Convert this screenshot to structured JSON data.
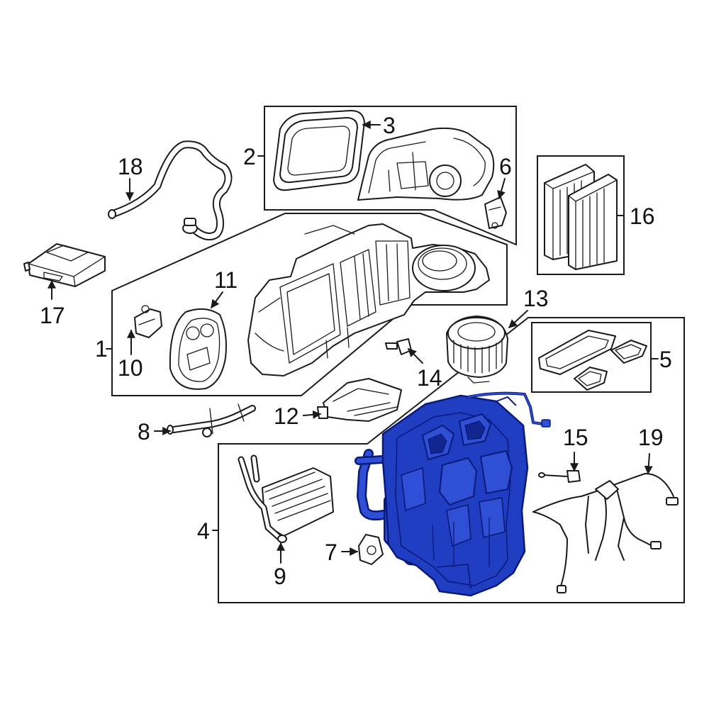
{
  "colors": {
    "highlight": "#1f3ec2",
    "highlight_dark": "#0a1a7a",
    "line": "#1a1a1a",
    "background": "#ffffff"
  },
  "callouts": {
    "n1": "1",
    "n2": "2",
    "n3": "3",
    "n4": "4",
    "n5": "5",
    "n6": "6",
    "n7": "7",
    "n8": "8",
    "n9": "9",
    "n10": "10",
    "n11": "11",
    "n12": "12",
    "n13": "13",
    "n14": "14",
    "n15": "15",
    "n16": "16",
    "n17": "17",
    "n18": "18",
    "n19": "19"
  }
}
